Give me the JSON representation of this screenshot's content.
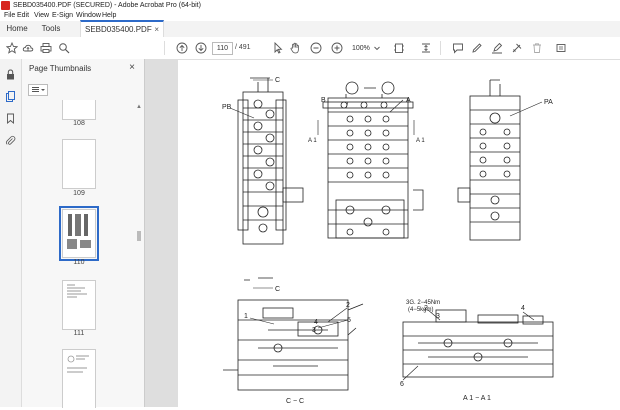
{
  "window": {
    "title": "SEBD035400.PDF (SECURED) - Adobe Acrobat Pro (64-bit)"
  },
  "menu": [
    "File",
    "Edit",
    "View",
    "E-Sign",
    "Window",
    "Help"
  ],
  "tabs": {
    "home": "Home",
    "tools": "Tools",
    "document": "SEBD035400.PDF (...",
    "close_glyph": "×"
  },
  "toolbar": {
    "current_page": "110",
    "page_count": "/ 491",
    "zoom": "100%"
  },
  "thumbnails": {
    "title": "Page Thumbnails",
    "close_glyph": "×",
    "pages": [
      {
        "label": "108"
      },
      {
        "label": "109"
      },
      {
        "label": "110",
        "selected": true
      },
      {
        "label": "111"
      },
      {
        "label": ""
      }
    ]
  },
  "drawing": {
    "labels": {
      "pb": "PB",
      "b": "B",
      "a": "A",
      "pa": "PA",
      "c_top": "C",
      "c_bottom": "C",
      "a1_left": "A 1",
      "a1_right": "A 1",
      "section_cc": "C − C",
      "section_a1": "A 1 − A 1",
      "torque_1": "3G. 2−45Nm",
      "torque_2": "(4−5kgm)",
      "call_1": "1",
      "call_2": "2",
      "call_3": "3",
      "call_4": "4",
      "call_5": "5",
      "call_6": "6",
      "call_2b": "2",
      "call_3b": "3",
      "call_4b": "4"
    }
  }
}
